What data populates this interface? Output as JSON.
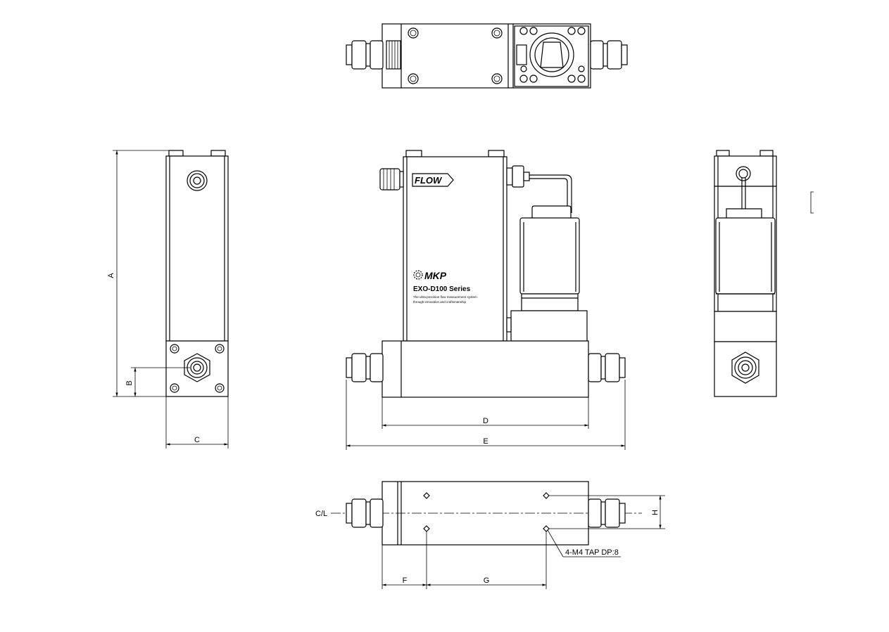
{
  "drawing": {
    "flow_label": "FLOW",
    "brand": "MKP",
    "series": "EXO-D100 Series",
    "tagline_1": "The ultra-precision flow measurement system",
    "tagline_2": "through innovation and craftsmanship",
    "dims": {
      "a": "A",
      "b": "B",
      "c": "C",
      "d": "D",
      "e": "E",
      "f": "F",
      "g": "G",
      "h": "H",
      "cl": "C/L",
      "tap": "4-M4 TAP DP:8"
    }
  }
}
